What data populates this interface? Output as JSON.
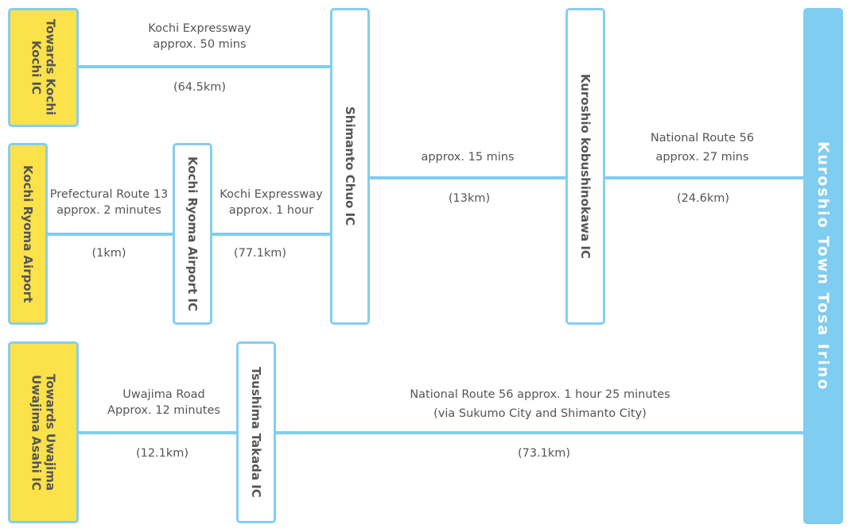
{
  "origins": {
    "kochi": {
      "line1": "Towards Kochi",
      "line2": "Kochi IC"
    },
    "airport": {
      "label": "Kochi Ryoma Airport"
    },
    "uwajima": {
      "line1": "Towards Uwajima",
      "line2": "Uwajima Asahi IC"
    }
  },
  "nodes": {
    "airport_ic": "Kochi Ryoma Airport IC",
    "shimanto_chuo_ic": "Shimanto Chuo IC",
    "kuroshio_kobushinokawa_ic": "Kuroshio kobushinokawa IC",
    "tsushima_takada_ic": "Tsushima Takada IC"
  },
  "destination": "Kuroshio Town Tosa Irino",
  "segments": {
    "kochi_to_shimanto": {
      "route": "Kochi Expressway",
      "time": "approx. 50 mins",
      "distance": "(64.5km)"
    },
    "airport_to_airport_ic": {
      "route": "Prefectural Route 13",
      "time": "approx. 2 minutes",
      "distance": "(1km)"
    },
    "airport_ic_to_shimanto": {
      "route": "Kochi Expressway",
      "time": "approx. 1 hour",
      "distance": "(77.1km)"
    },
    "shimanto_to_kuroshio_ic": {
      "time": "approx. 15 mins",
      "distance": "(13km)"
    },
    "kuroshio_ic_to_dest": {
      "route": "National Route 56",
      "time": "approx. 27 mins",
      "distance": "(24.6km)"
    },
    "uwajima_to_tsushima": {
      "route": "Uwajima Road",
      "time": "Approx. 12 minutes",
      "distance": "(12.1km)"
    },
    "tsushima_to_dest": {
      "route": "National Route 56 approx. 1 hour 25 minutes",
      "via": "(via Sukumo City and Shimanto City)",
      "distance": "(73.1km)"
    }
  },
  "colors": {
    "line": "#7fcdf0",
    "origin_fill": "#fbe24a",
    "box_border": "#86cdef",
    "destination_fill": "#7fcdf0"
  }
}
